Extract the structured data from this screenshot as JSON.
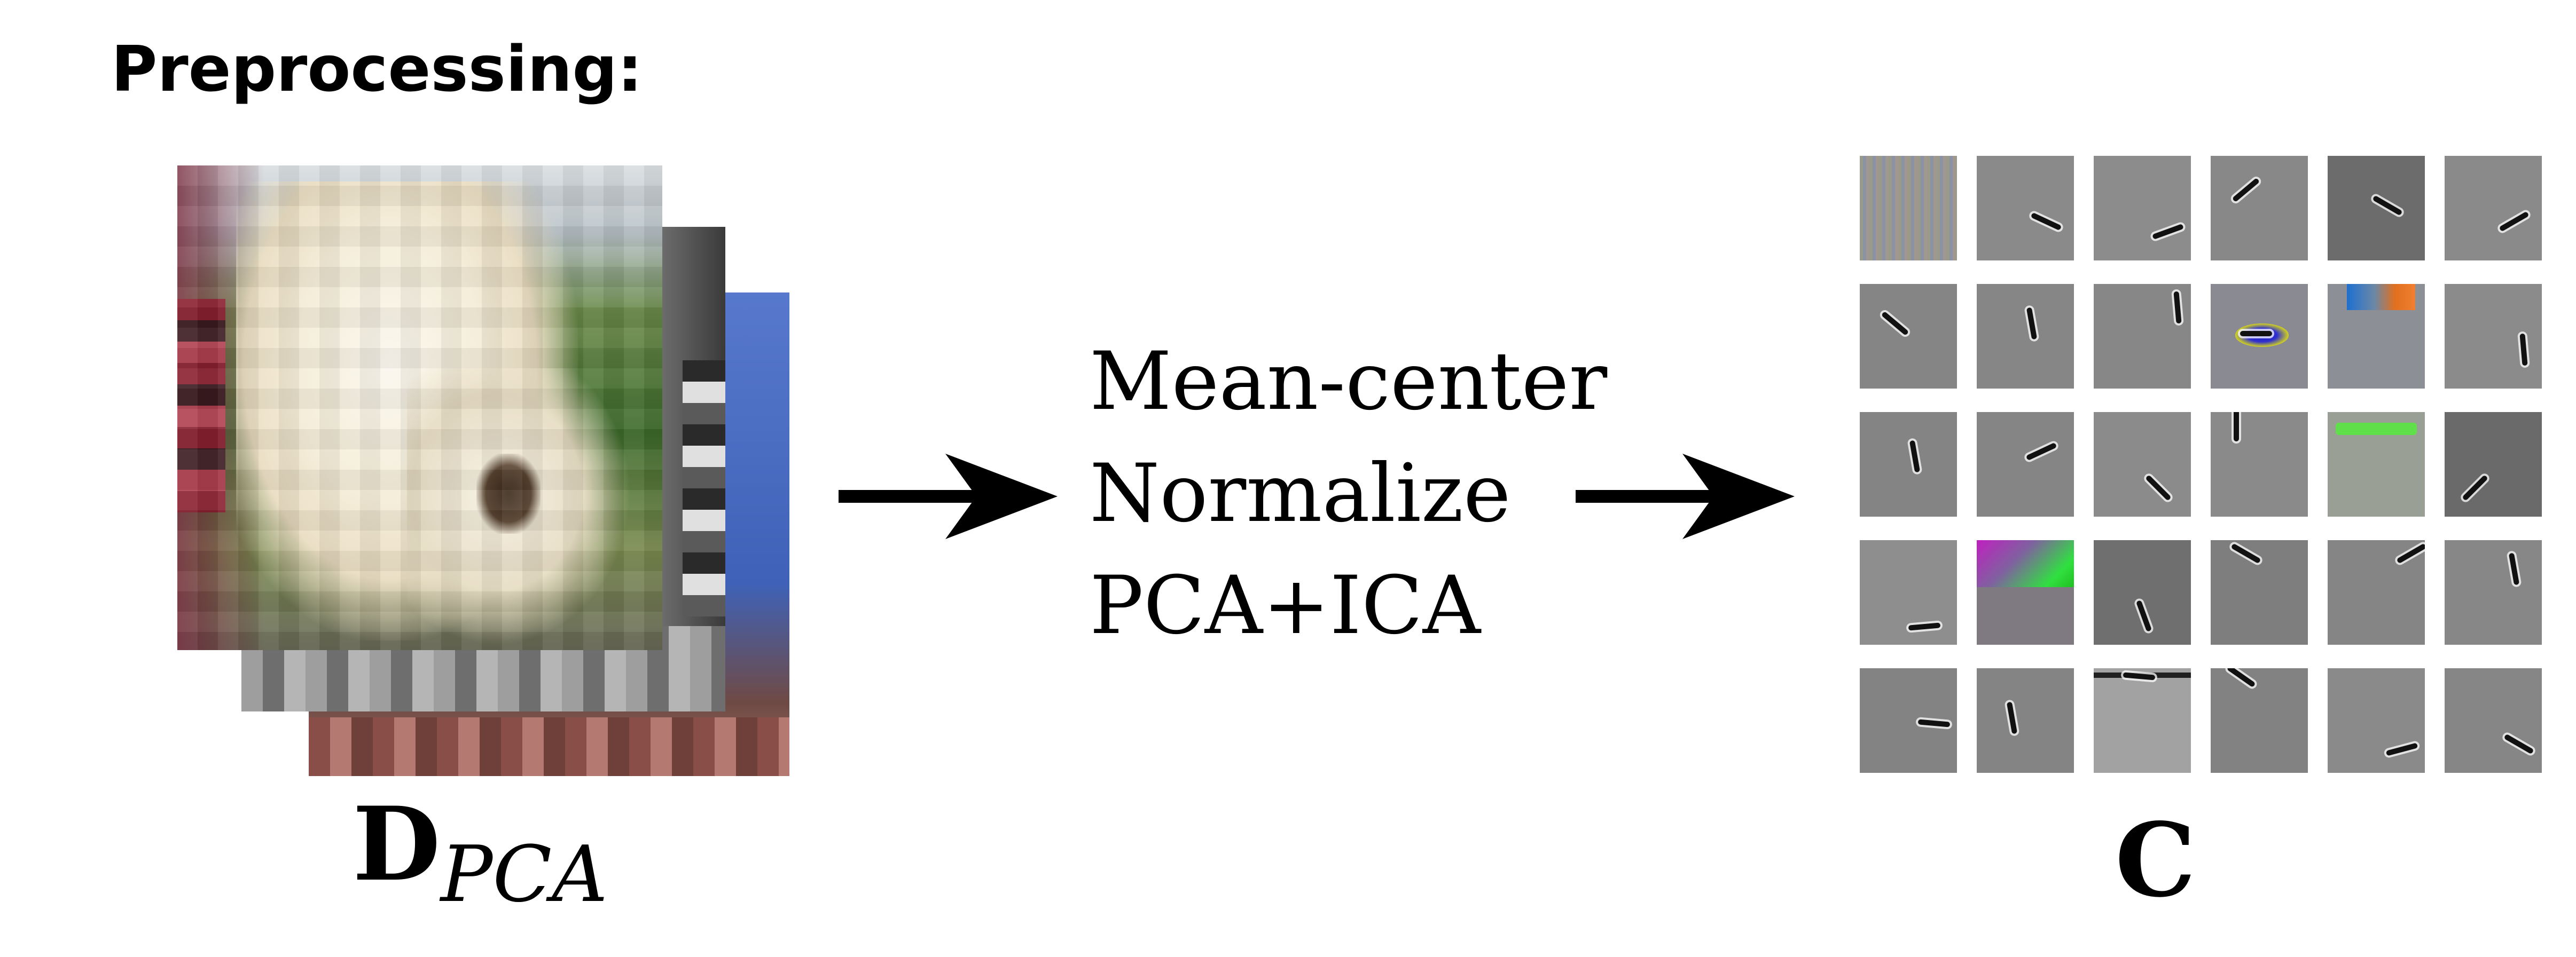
{
  "title": "Preprocessing:",
  "input_label": {
    "main": "D",
    "sub": "PCA"
  },
  "steps": [
    "Mean-center",
    "Normalize",
    "PCA+ICA"
  ],
  "output_label": "C",
  "grid": {
    "rows": 5,
    "cols": 6
  },
  "colors": {
    "arrow": "#000000",
    "text": "#000000",
    "tile_gray": "#888888"
  }
}
